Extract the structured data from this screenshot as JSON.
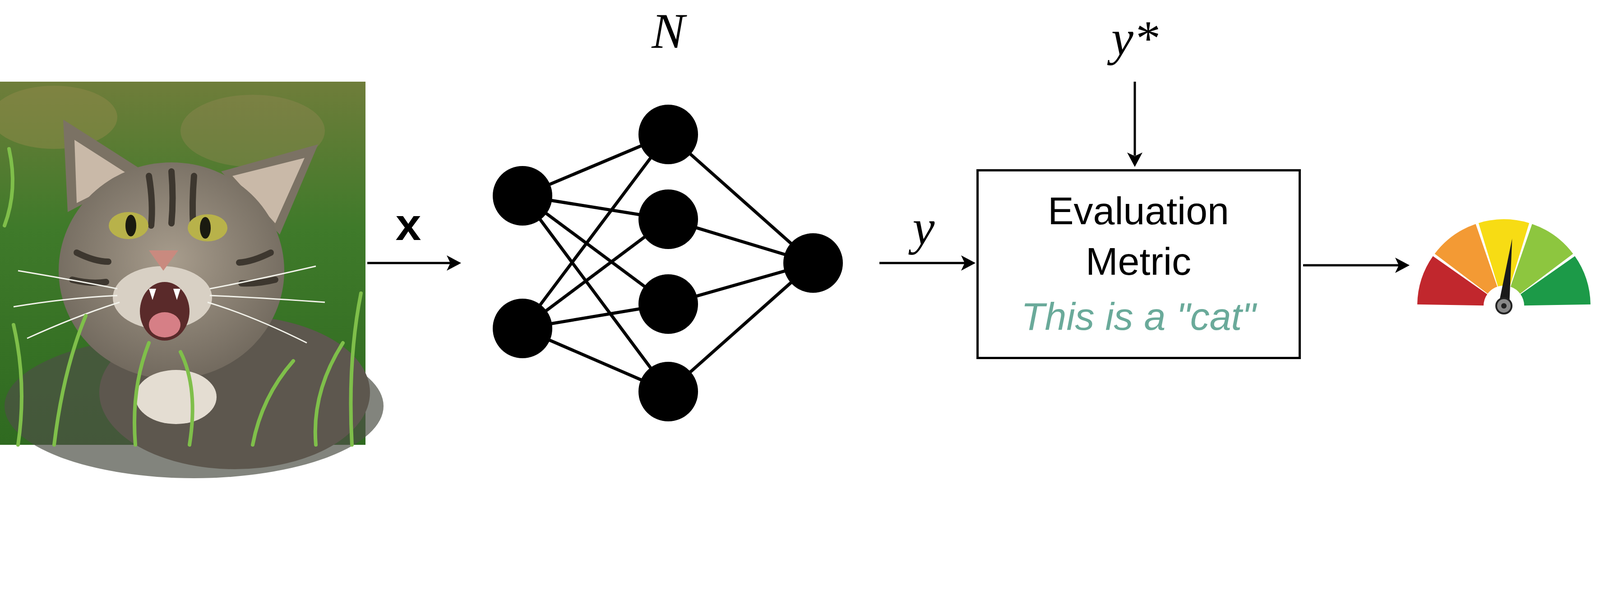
{
  "diagram": {
    "nodes": [
      {
        "text": [
          "Evaluation Metric",
          "This is a \"cat\""
        ]
      }
    ],
    "edges": [],
    "labels": [
      "x",
      "N",
      "y*",
      "y"
    ]
  }
}
